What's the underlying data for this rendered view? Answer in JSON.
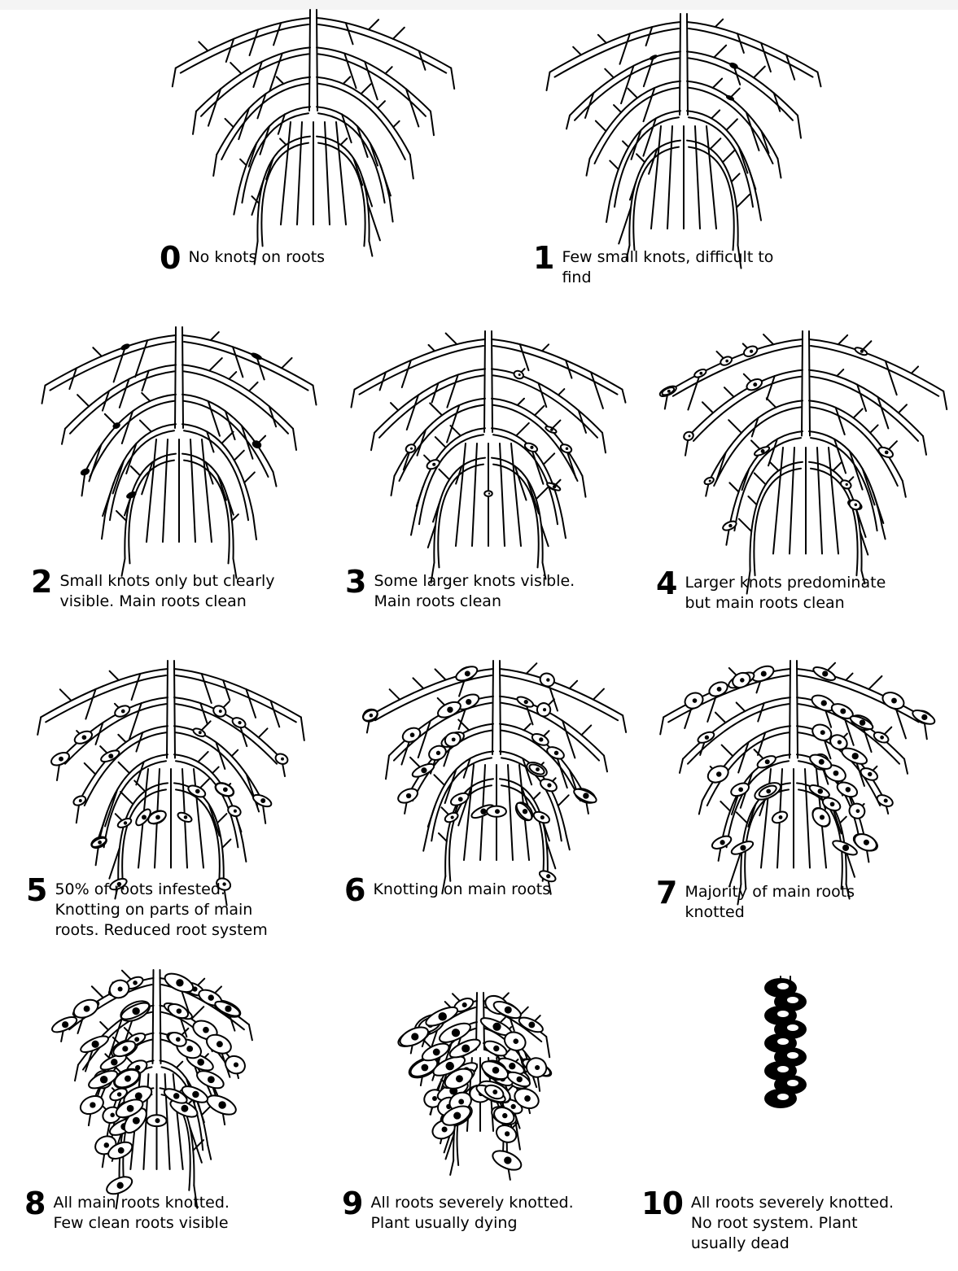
{
  "colors": {
    "ink": "#000000",
    "background": "#ffffff",
    "knot_fill": "#ffffff"
  },
  "panels": [
    {
      "index": 0,
      "rating": "0",
      "text": "No knots on roots",
      "severity": 0
    },
    {
      "index": 1,
      "rating": "1",
      "text": "Few small knots, difficult to\nfind",
      "severity": 1
    },
    {
      "index": 2,
      "rating": "2",
      "text": "Small knots only but clearly\nvisible. Main roots clean",
      "severity": 2
    },
    {
      "index": 3,
      "rating": "3",
      "text": "Some larger knots visible.\nMain roots clean",
      "severity": 3
    },
    {
      "index": 4,
      "rating": "4",
      "text": "Larger knots predominate\nbut main roots clean",
      "severity": 4
    },
    {
      "index": 5,
      "rating": "5",
      "text": "50% of roots infested.\nKnotting on parts of main\nroots. Reduced root system",
      "severity": 5
    },
    {
      "index": 6,
      "rating": "6",
      "text": "Knotting on main roots",
      "severity": 6
    },
    {
      "index": 7,
      "rating": "7",
      "text": "Majority of main roots\nknotted",
      "severity": 7
    },
    {
      "index": 8,
      "rating": "8",
      "text": "All main roots knotted.\nFew clean roots visible",
      "severity": 8
    },
    {
      "index": 9,
      "rating": "9",
      "text": "All roots severely knotted.\nPlant usually dying",
      "severity": 9
    },
    {
      "index": 10,
      "rating": "10",
      "text": "All roots severely knotted.\nNo root system. Plant\nusually dead",
      "severity": 10
    }
  ]
}
